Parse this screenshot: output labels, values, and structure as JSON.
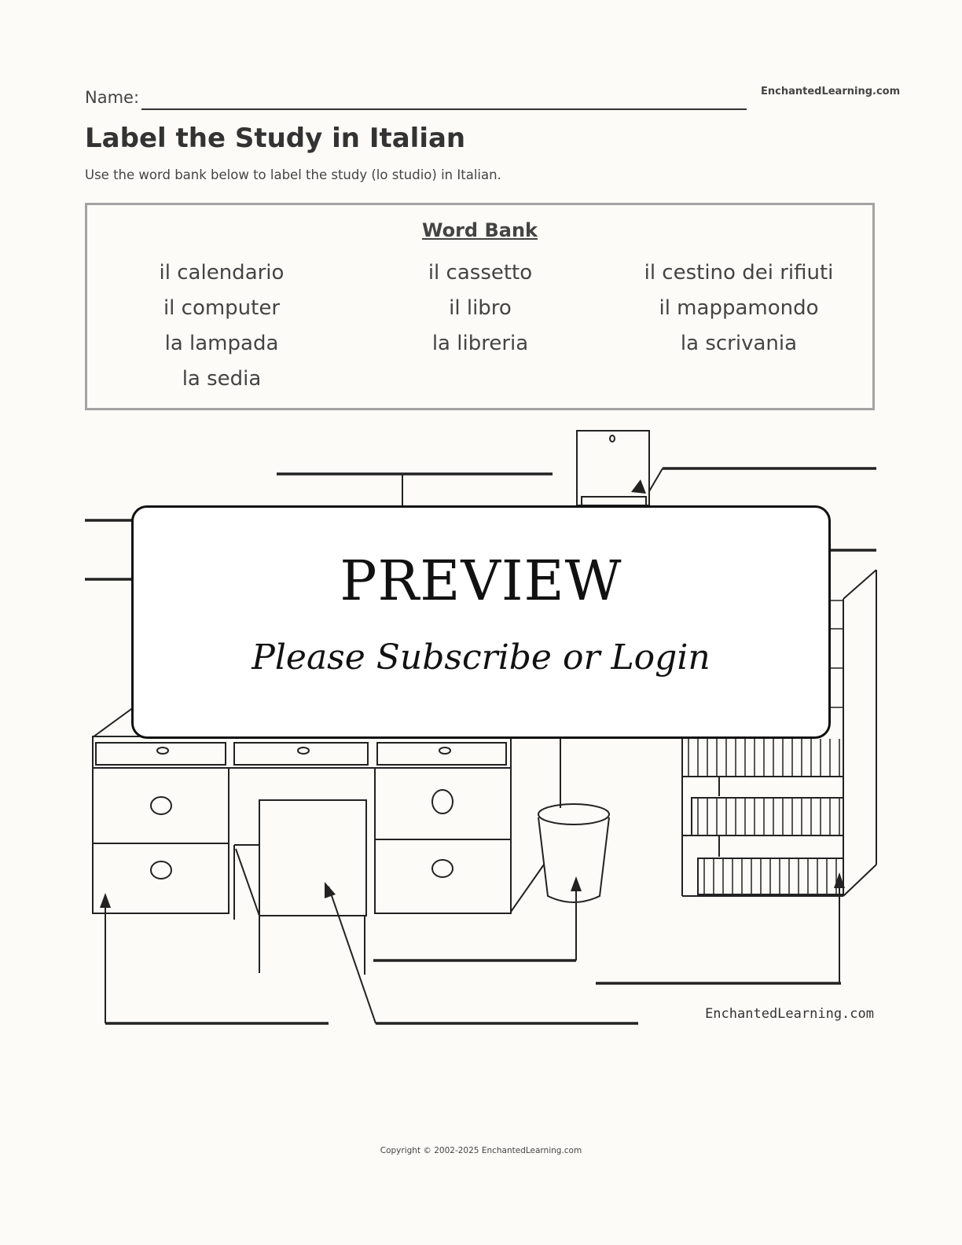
{
  "header": {
    "name_label": "Name:",
    "site": "EnchantedLearning.com"
  },
  "title": "Label the Study in Italian",
  "instructions": "Use the word bank below to label the study (lo studio) in Italian.",
  "word_bank": {
    "title": "Word Bank",
    "columns": [
      [
        "il calendario",
        "il computer",
        "la lampada",
        "la sedia"
      ],
      [
        "il cassetto",
        "il libro",
        "la libreria"
      ],
      [
        "il cestino dei rifiuti",
        "il mappamondo",
        "la scrivania"
      ]
    ]
  },
  "preview": {
    "title": "PREVIEW",
    "subtitle": "Please Subscribe or Login"
  },
  "illustration_watermark": "EnchantedLearning.com",
  "footer": {
    "copyright": "Copyright © 2002-2025 EnchantedLearning.com"
  }
}
